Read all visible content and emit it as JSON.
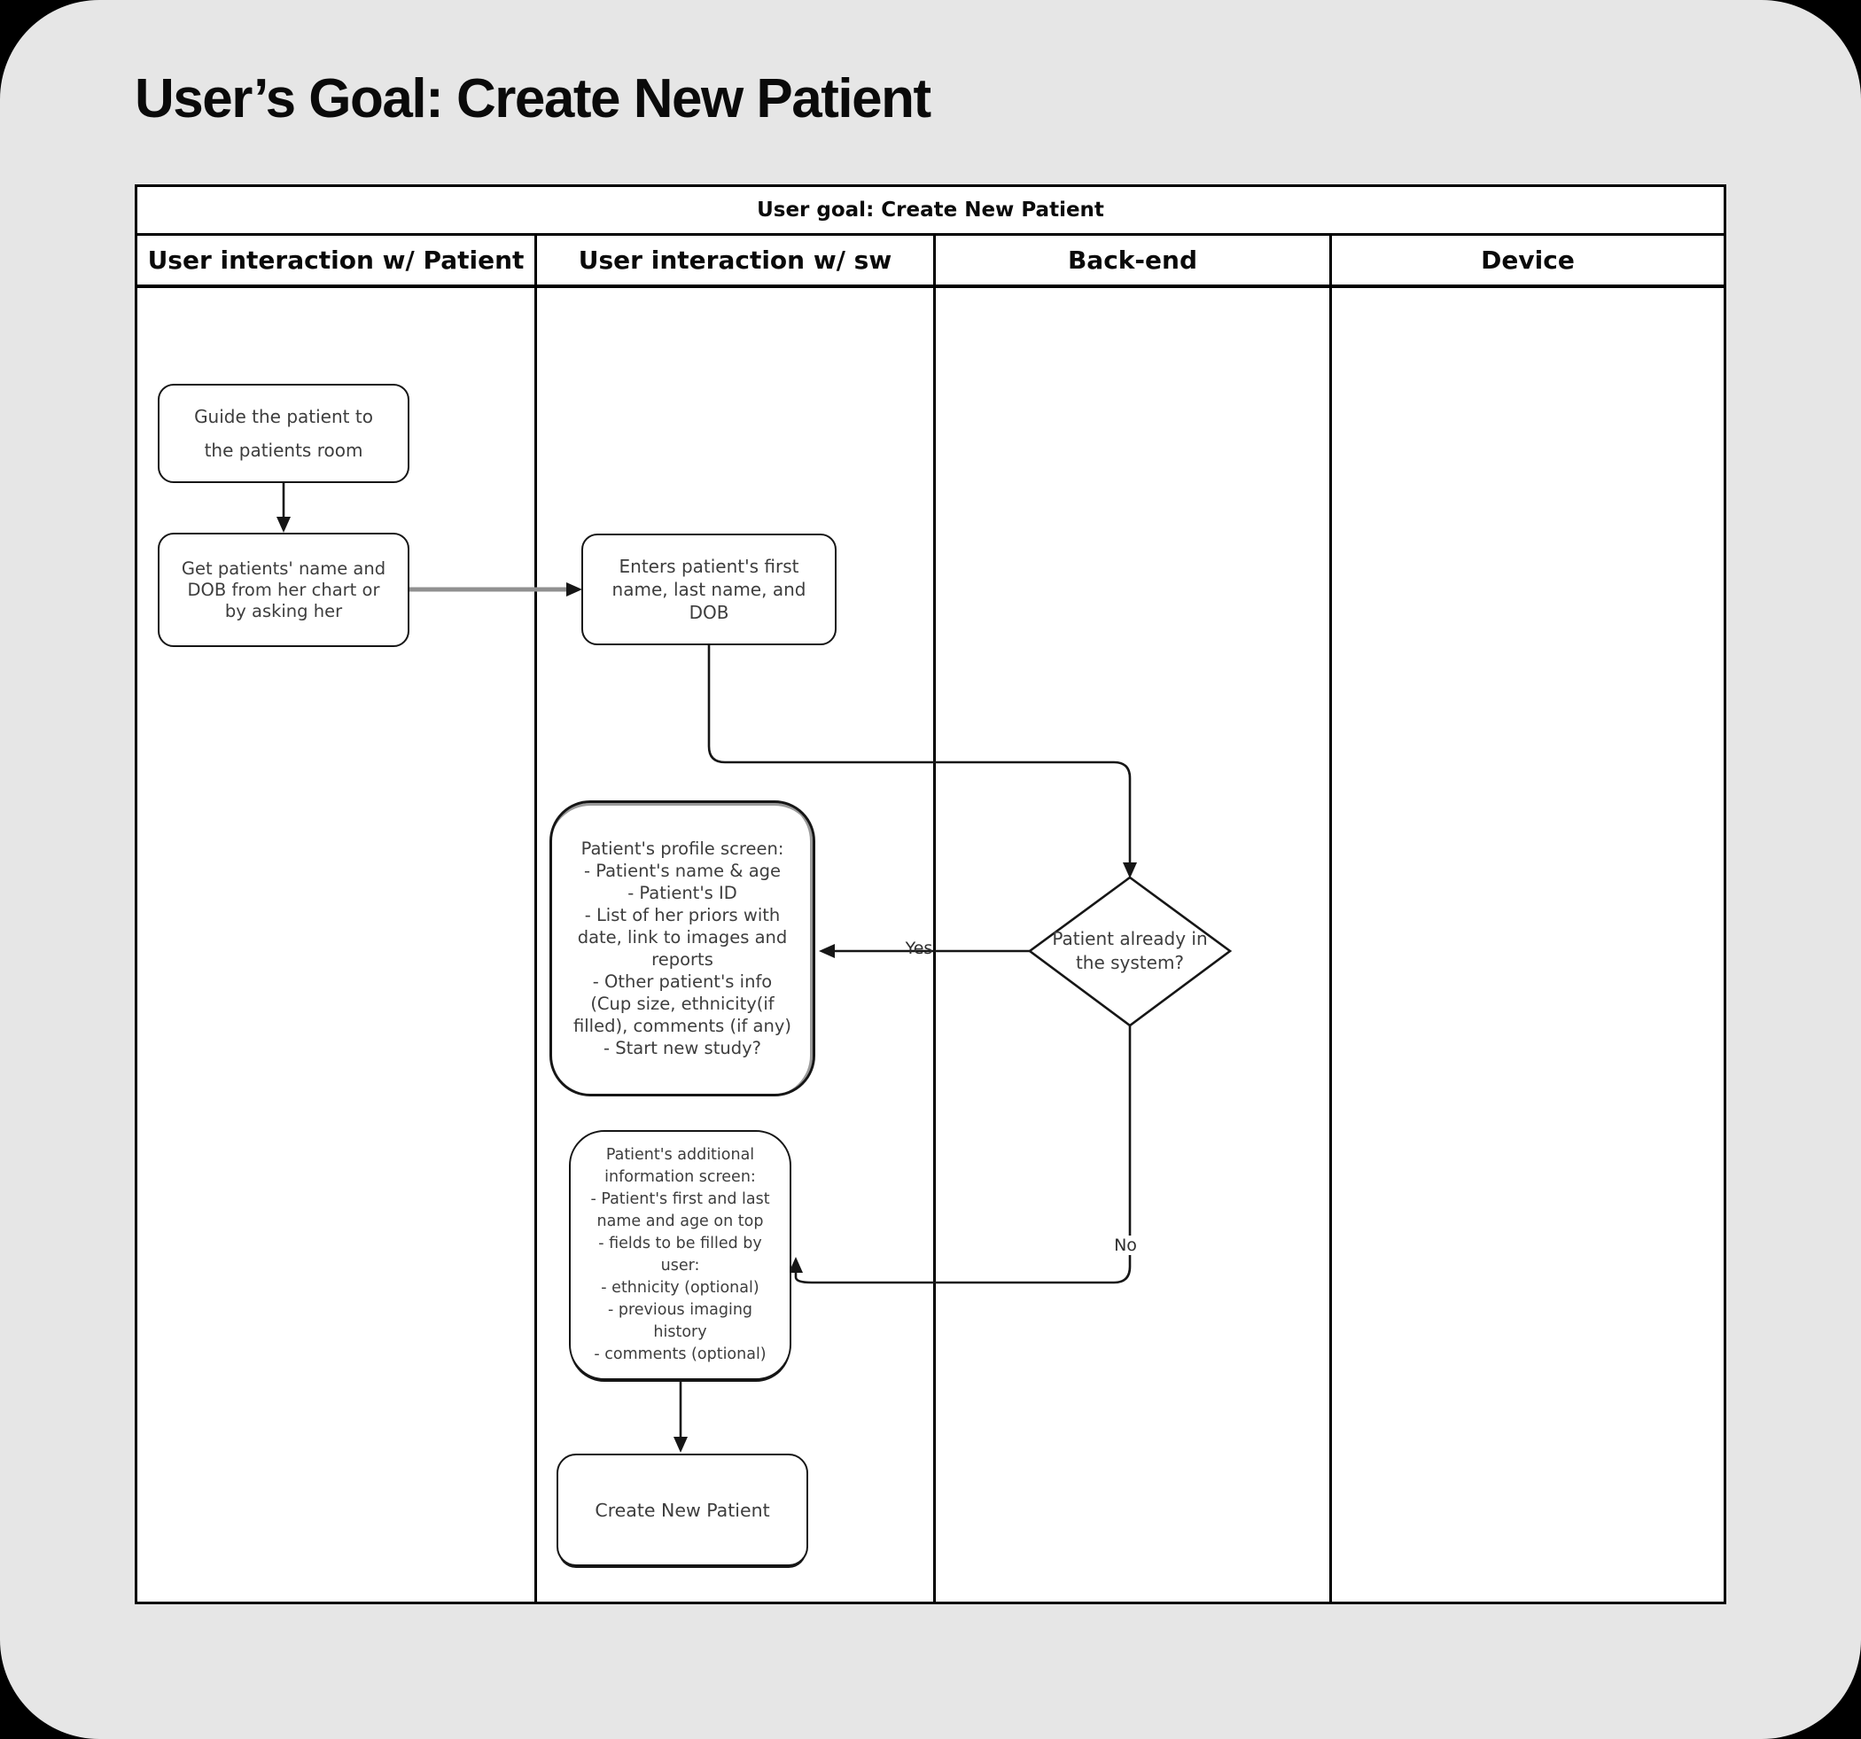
{
  "page": {
    "title": "User’s Goal: Create New Patient"
  },
  "table": {
    "caption": "User goal: Create New Patient",
    "columns": [
      "User interaction w/ Patient",
      "User interaction w/ sw",
      "Back-end",
      "Device"
    ]
  },
  "flow": {
    "nodes": {
      "guide": {
        "text": "Guide the patient to\nthe patients room"
      },
      "get_info": {
        "text": "Get patients' name and\nDOB from her chart or\nby asking her"
      },
      "enter_info": {
        "text": "Enters patient's first\nname, last name, and\nDOB"
      },
      "decision": {
        "text": "Patient already in\nthe system?"
      },
      "profile": {
        "text": "Patient's profile screen:\n- Patient's name & age\n- Patient's ID\n- List of her priors with\ndate, link to images and\nreports\n- Other patient's info\n(Cup size, ethnicity(if\nfilled), comments (if any)\n- Start new study?"
      },
      "additional": {
        "text": "Patient's additional\ninformation screen:\n- Patient's first and last\nname and age on top\n- fields to be filled by\nuser:\n- ethnicity (optional)\n- previous imaging\nhistory\n- comments (optional)"
      },
      "create": {
        "text": "Create New Patient"
      }
    },
    "labels": {
      "yes": "Yes",
      "no": "No"
    }
  },
  "colors": {
    "canvas_background": "#e6e6e6",
    "table_background": "#ffffff",
    "line": "#161616",
    "gray_arrow": "#909090",
    "node_text": "#3d3d3d"
  }
}
